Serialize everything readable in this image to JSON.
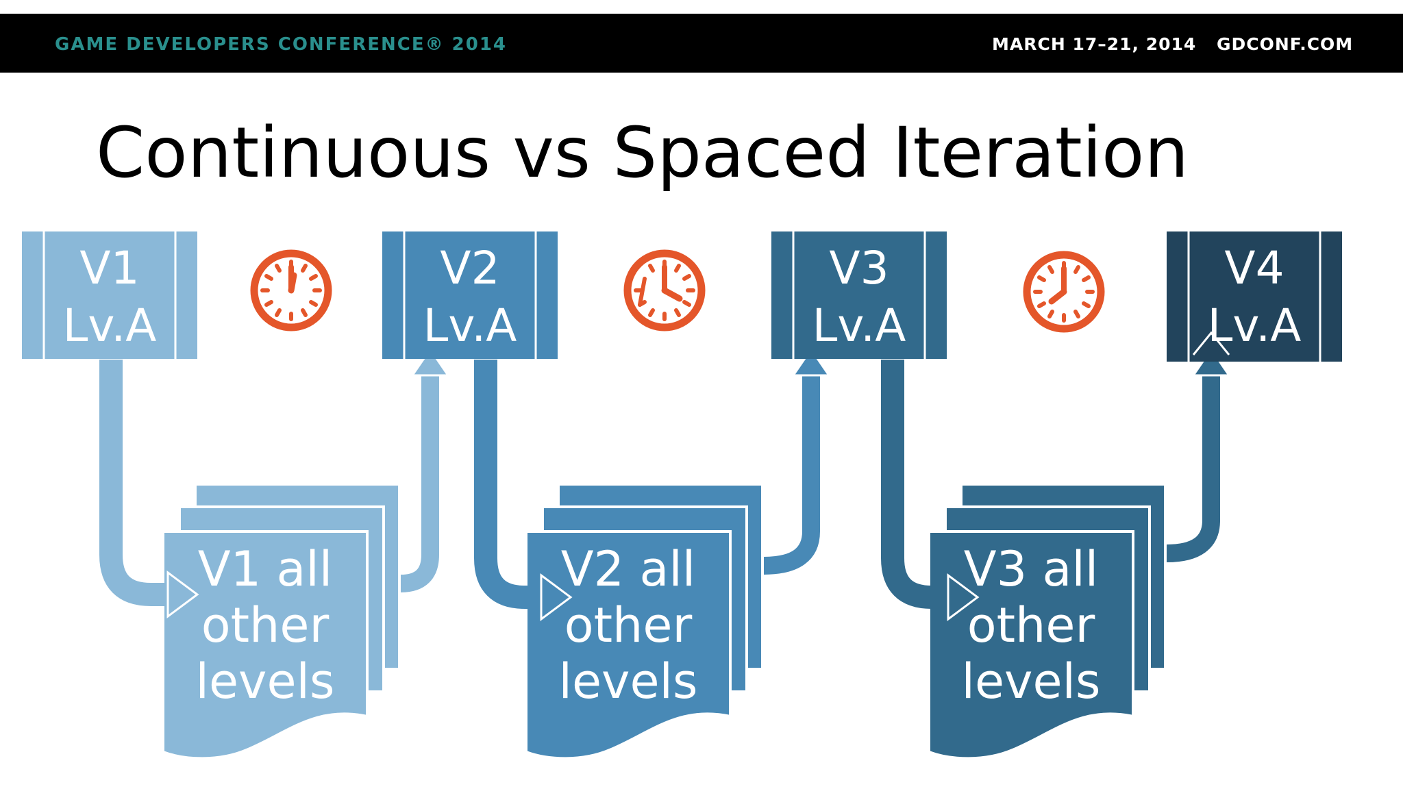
{
  "header": {
    "conference": "GAME DEVELOPERS CONFERENCE® 2014",
    "dates": "MARCH 17–21, 2014",
    "website": "GDCONF.COM"
  },
  "title": "Continuous vs Spaced Iteration",
  "versions": [
    {
      "line1": "V1",
      "line2": "Lv.A",
      "color": "#8ab8d8"
    },
    {
      "line1": "V2",
      "line2": "Lv.A",
      "color": "#4889b6"
    },
    {
      "line1": "V3",
      "line2": "Lv.A",
      "color": "#326a8c"
    },
    {
      "line1": "V4",
      "line2": "Lv.A",
      "color": "#22445c"
    }
  ],
  "levels": [
    {
      "line1": "V1 all",
      "line2": "other",
      "line3": "levels",
      "color": "#8ab8d8"
    },
    {
      "line1": "V2 all",
      "line2": "other",
      "line3": "levels",
      "color": "#4889b6"
    },
    {
      "line1": "V3 all",
      "line2": "other",
      "line3": "levels",
      "color": "#326a8c"
    }
  ],
  "icons": [
    "clock-icon",
    "clock-icon",
    "clock-icon"
  ],
  "colors": {
    "clock": "#e4562a",
    "header_bg": "#000000",
    "conference_text": "#2a8f8d"
  }
}
